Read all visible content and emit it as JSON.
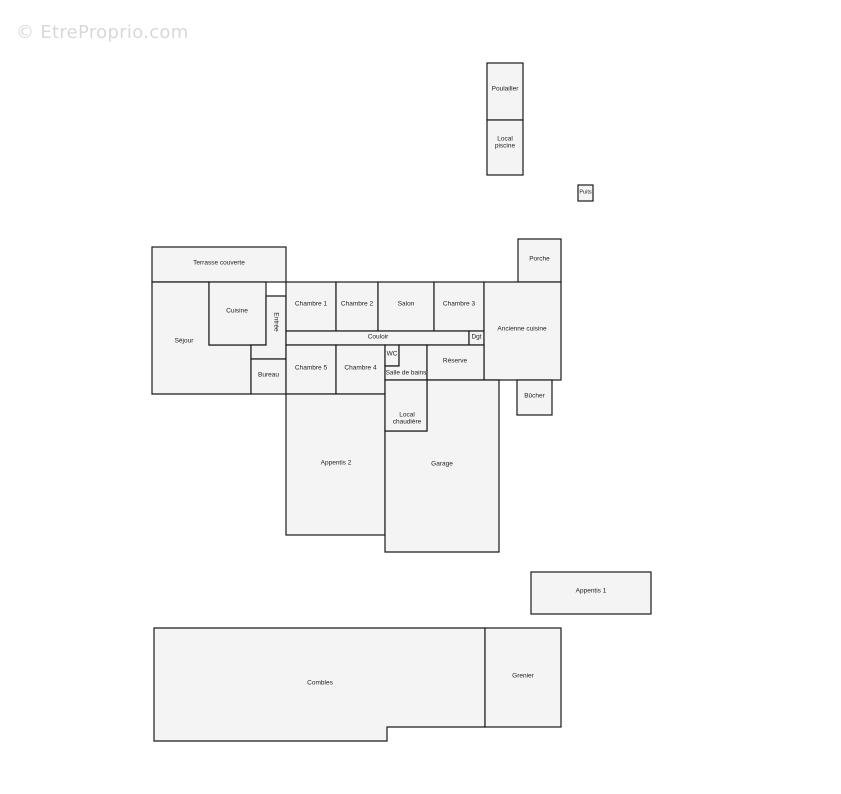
{
  "watermark": "© EtreProprio.com",
  "rooms": {
    "poulailler": "Poulailler",
    "local_piscine_1": "Local",
    "local_piscine_2": "piscine",
    "puits": "Puits",
    "porche": "Porche",
    "terrasse": "Terrasse couverte",
    "sejour": "Séjour",
    "cuisine": "Cuisine",
    "entree": "Entrée",
    "bureau": "Bureau",
    "chambre1": "Chambre 1",
    "chambre2": "Chambre 2",
    "salon": "Salon",
    "chambre3": "Chambre 3",
    "couloir": "Couloir",
    "dgt": "Dgt",
    "ancienne_cuisine": "Ancienne cuisine",
    "chambre5": "Chambre 5",
    "chambre4": "Chambre 4",
    "wc": "WC",
    "salle_de_bains": "Salle de bains",
    "reserve": "Réserve",
    "bucher": "Bûcher",
    "local_chaudiere_1": "Local",
    "local_chaudiere_2": "chaudière",
    "appentis2": "Appentis 2",
    "garage": "Garage",
    "appentis1": "Appentis 1",
    "combles": "Combles",
    "grenier": "Grenier"
  }
}
